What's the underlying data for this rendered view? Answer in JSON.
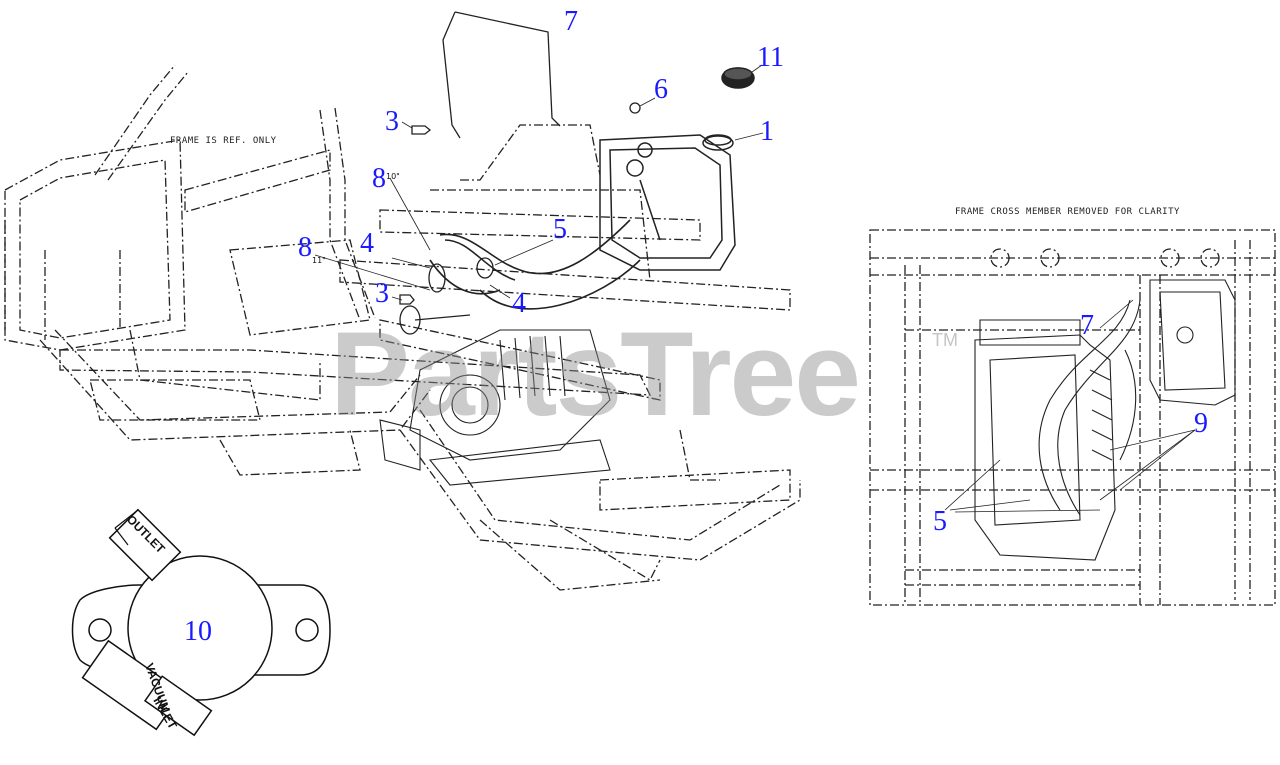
{
  "notes": {
    "frame_ref": "FRAME IS REF. ONLY",
    "cross_member": "FRAME CROSS MEMBER REMOVED FOR CLARITY"
  },
  "dimensions": {
    "hose_8_upper": "10\"",
    "hose_8_lower": "11\""
  },
  "callouts": {
    "c1": "1",
    "c3a": "3",
    "c3b": "3",
    "c4a": "4",
    "c4b": "4",
    "c5a": "5",
    "c5b": "5",
    "c6": "6",
    "c7a": "7",
    "c7b": "7",
    "c8a": "8",
    "c8b": "8",
    "c9": "9",
    "c10": "10",
    "c11": "11"
  },
  "fuel_pump_labels": {
    "outlet": "OUTLET",
    "vacuum": "VACUUM",
    "inlet": "INLET"
  },
  "watermark": {
    "text": "PartsTree",
    "tm": "TM"
  },
  "colors": {
    "callout": "#1a1aff",
    "linework": "#222222",
    "watermark": "#8c8c8c"
  }
}
